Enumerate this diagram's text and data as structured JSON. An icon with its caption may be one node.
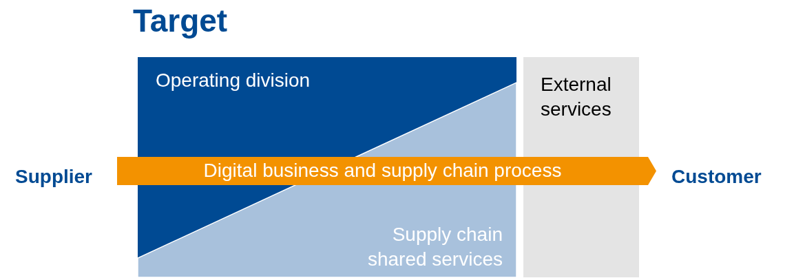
{
  "diagram": {
    "title": "Target",
    "nodes": [
      {
        "text": [
          "Operating division"
        ]
      },
      {
        "text": [
          "Supply chain shared services"
        ]
      },
      {
        "text": [
          "External services"
        ]
      },
      {
        "text": [
          "Digital business and supply chain process"
        ]
      }
    ],
    "labels": [
      "Supplier",
      "Customer"
    ]
  }
}
